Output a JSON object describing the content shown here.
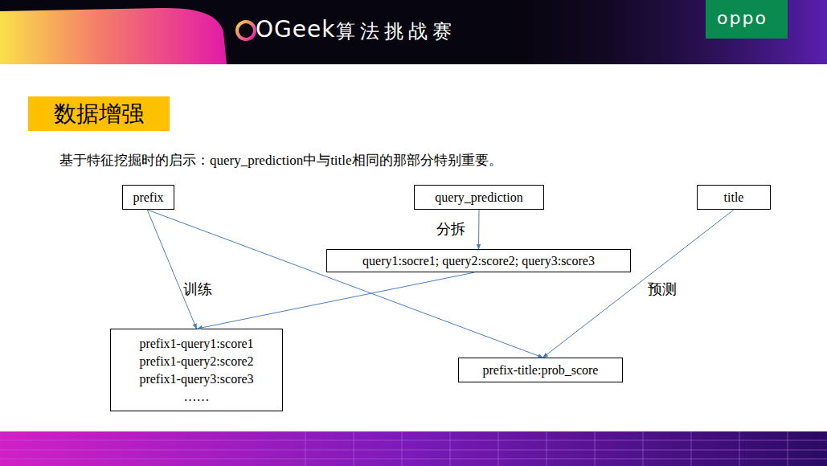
{
  "diagram": {
    "title": "数据增强",
    "nodes": [
      {
        "text": [
          "prefix"
        ]
      },
      {
        "text": [
          "query_prediction"
        ]
      },
      {
        "text": [
          "title"
        ]
      },
      {
        "text": [
          "query1:socre1; query2:score2; query3:score3"
        ]
      },
      {
        "text": [
          "prefix1-query1:score1 prefix1-query2:score2 prefix1-query3:score3 ……"
        ]
      },
      {
        "text": [
          "prefix-title:prob_score"
        ]
      }
    ],
    "edges": [
      {
        "from": 0,
        "to": 4,
        "arrow": "to",
        "label": "训练"
      },
      {
        "from": 3,
        "to": 4,
        "arrow": "to"
      },
      {
        "from": 1,
        "to": 3,
        "arrow": "to",
        "label": "分拆"
      },
      {
        "from": 0,
        "to": 5,
        "arrow": "to"
      },
      {
        "from": 2,
        "to": 5,
        "arrow": "to",
        "label": "预测"
      }
    ],
    "labels": [
      "OGeek",
      "算法挑战赛",
      "oppo",
      "基于特征挖掘时的启示：query_prediction中与title相同的那部分特别重要。"
    ]
  }
}
